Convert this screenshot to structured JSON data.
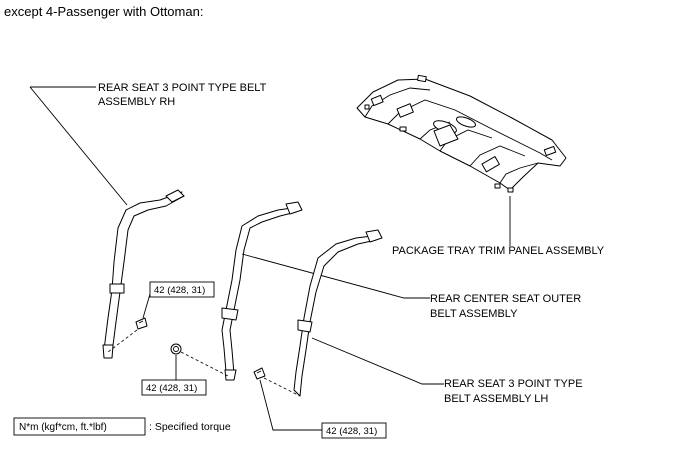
{
  "header": {
    "text": "except 4-Passenger with Ottoman:"
  },
  "labels": {
    "rear_seat_rh": [
      "REAR SEAT 3 POINT TYPE BELT",
      "ASSEMBLY RH"
    ],
    "package_tray": [
      "PACKAGE TRAY TRIM PANEL ASSEMBLY"
    ],
    "rear_center": [
      "REAR CENTER SEAT OUTER",
      "BELT ASSEMBLY"
    ],
    "rear_seat_lh": [
      "REAR SEAT 3 POINT TYPE",
      "BELT ASSEMBLY LH"
    ]
  },
  "torque": {
    "rh": "42 (428, 31)",
    "center": "42 (428, 31)",
    "lh": "42 (428, 31)"
  },
  "legend": {
    "unit": "N*m (kgf*cm, ft.*lbf)",
    "desc": ": Specified torque"
  }
}
